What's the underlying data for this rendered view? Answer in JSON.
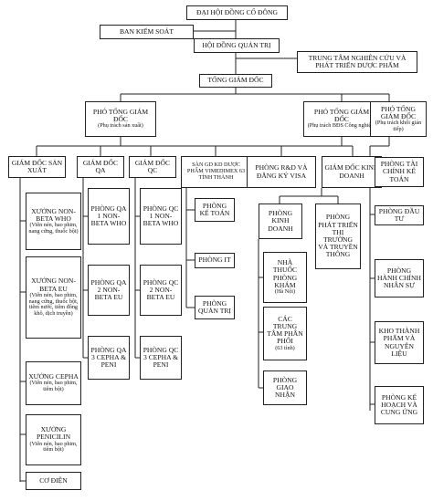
{
  "nodes": {
    "dhdcd": "ĐẠI HỘI ĐỒNG CỔ ĐÔNG",
    "bks": "BAN KIỂM SOÁT",
    "hdqt": "HỘI ĐỒNG QUẢN TRỊ",
    "ttnc": "TRUNG TÂM NGHIÊN CỨU VÀ PHÁT TRIỂN DƯỢC PHẨM",
    "tgd": "TỔNG GIÁM ĐỐC",
    "ptgd_sx": "PHÓ TỔNG GIÁM ĐỐC",
    "ptgd_sx_sub": "(Phụ trách sản xuất)",
    "ptgd_bds": "PHÓ TỔNG GIÁM ĐỐC",
    "ptgd_bds_sub": "(Phụ trách BĐS Công nghiệp)",
    "ptgd_gt": "PHÓ TỔNG GIÁM ĐỐC",
    "ptgd_gt_sub": "(Phụ trách khối gián tiếp)",
    "gd_sx": "GIÁM ĐỐC SẢN XUẤT",
    "gd_qa": "GIÁM ĐỐC QA",
    "gd_qc": "GIÁM ĐỐC QC",
    "san_gd": "SÀN GD KD DƯỢC PHẨM VIMEDIMEX 63 TỈNH THÀNH",
    "rd": "PHÒNG R&D VÀ ĐĂNG KÝ VISA",
    "gd_kd": "GIÁM ĐỐC KINH DOANH",
    "x1": "XƯỞNG NON-BETA WHO",
    "x1_sub": "(Viên nén, bao phim, nang cứng, thuốc bột)",
    "x2": "XƯỞNG NON-BETA EU",
    "x2_sub": "(Viên nén, bao phim, nang cứng, thuốc bột, tiêm nước, tiêm đông khô, dịch truyền)",
    "x3": "XƯỞNG CEPHA",
    "x3_sub": "(Viên nén, bao phim, tiêm bột)",
    "x4": "XƯỞNG PENICILIN",
    "x4_sub": "(Viên nén, bao phim, tiêm bột)",
    "codien": "CƠ ĐIỆN",
    "qa1": "PHÒNG QA 1 NON-BETA WHO",
    "qa2": "PHÒNG QA 2 NON-BETA EU",
    "qa3": "PHÒNG QA 3 CEPHA & PENI",
    "qc1": "PHÒNG QC 1 NON-BETA WHO",
    "qc2": "PHÒNG QC 2 NON-BETA EU",
    "qc3": "PHÒNG QC 3 CEPHA & PENI",
    "p_kt": "PHÒNG KẾ TOÁN",
    "p_it": "PHÒNG IT",
    "p_qt": "PHÒNG QUẢN TRỊ",
    "p_kd": "PHÒNG KINH DOANH",
    "p_pt": "PHÒNG PHÁT TRIỂN THỊ TRƯỜNG VÀ TRUYỀN THÔNG",
    "nha_thuoc": "NHÀ THUỐC PHÒNG KHÁM",
    "nha_thuoc_sub": "(Hà Nội)",
    "ttpp": "CÁC TRUNG TÂM PHÂN PHỐI",
    "ttpp_sub": "(63 tỉnh)",
    "p_gn": "PHÒNG GIAO NHẬN",
    "p_tckt": "PHÒNG TÀI CHÍNH KẾ TOÁN",
    "p_dt": "PHÒNG ĐẦU TƯ",
    "p_hcns": "PHÒNG HÀNH CHÍNH NHÂN SỰ",
    "kho": "KHO THÀNH PHẨM VÀ NGUYÊN LIỆU",
    "p_khcu": "PHÒNG KẾ HOẠCH VÀ CUNG ỨNG"
  }
}
